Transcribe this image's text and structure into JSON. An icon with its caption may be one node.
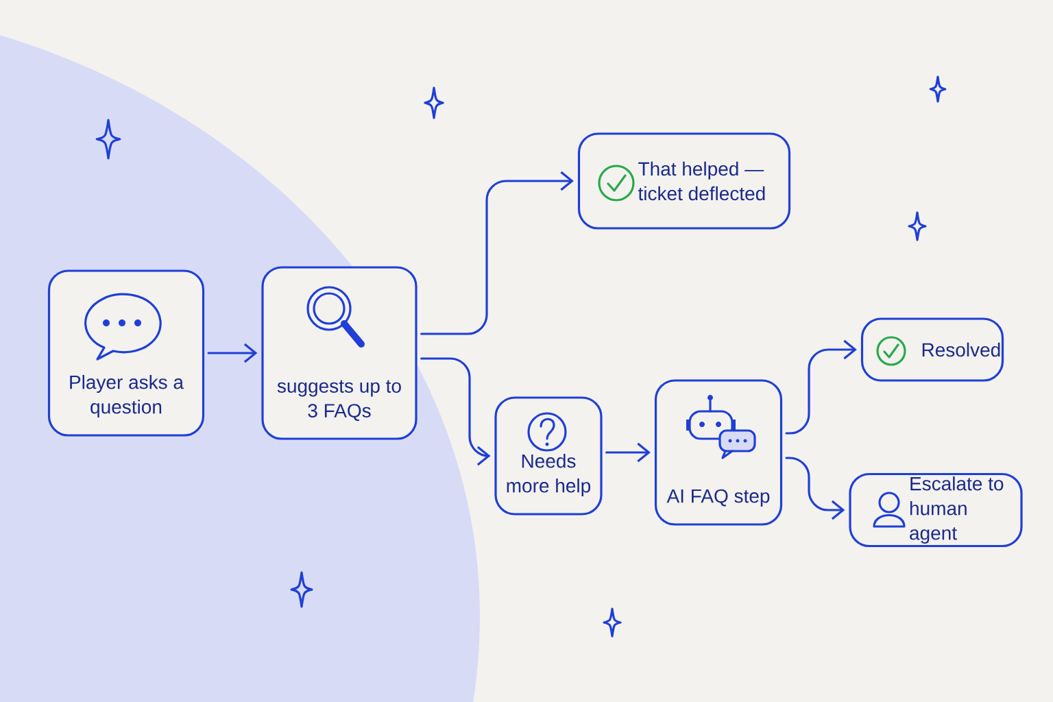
{
  "diagram": {
    "nodes": [
      {
        "text": [
          "Player asks a question"
        ]
      },
      {
        "text": [
          "suggests up to 3 FAQs"
        ]
      },
      {
        "text": [
          "That helped — ticket deflected"
        ]
      },
      {
        "text": [
          "Needs more help"
        ]
      },
      {
        "text": [
          "AI FAQ step"
        ]
      },
      {
        "text": [
          "Resolved"
        ]
      },
      {
        "text": [
          "Escalate to human agent"
        ]
      }
    ],
    "edges": [
      {
        "from": 0,
        "to": 1,
        "arrow": "to"
      },
      {
        "from": 1,
        "to": 2,
        "arrow": "to"
      },
      {
        "from": 1,
        "to": 3,
        "arrow": "to"
      },
      {
        "from": 3,
        "to": 4,
        "arrow": "to"
      },
      {
        "from": 4,
        "to": 5,
        "arrow": "to"
      },
      {
        "from": 4,
        "to": 6,
        "arrow": "to"
      }
    ]
  }
}
